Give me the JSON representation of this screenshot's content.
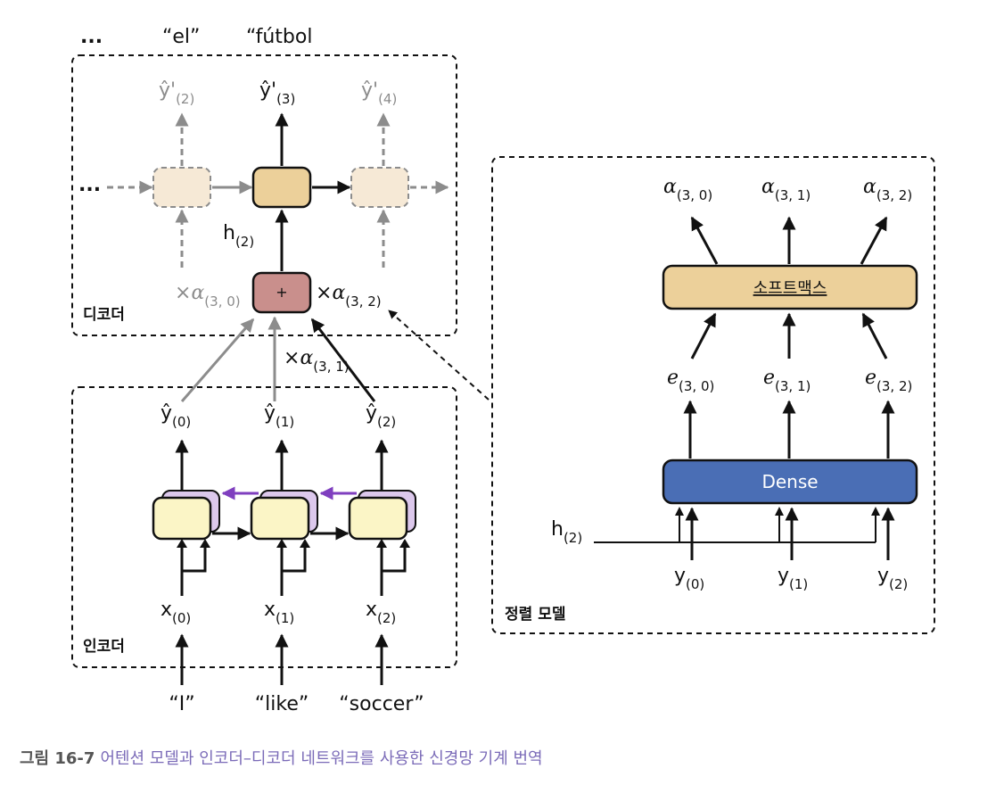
{
  "decoder": {
    "label": "디코더",
    "top_words": [
      "...",
      "“el”",
      "“fútbol"
    ],
    "outputs": [
      {
        "base": "ŷ'",
        "sub": "(2)"
      },
      {
        "base": "ŷ'",
        "sub": "(3)"
      },
      {
        "base": "ŷ'",
        "sub": "(4)"
      }
    ],
    "ellipsis": "...",
    "hidden": {
      "base": "h",
      "sub": "(2)"
    },
    "plus": "+",
    "weights": [
      {
        "prefix": "×",
        "alpha": "α",
        "sub": "(3, 0)"
      },
      {
        "prefix": "×",
        "alpha": "α",
        "sub": "(3, 1)"
      },
      {
        "prefix": "×",
        "alpha": "α",
        "sub": "(3, 2)"
      }
    ]
  },
  "encoder": {
    "label": "인코더",
    "outputs": [
      {
        "base": "ŷ",
        "sub": "(0)"
      },
      {
        "base": "ŷ",
        "sub": "(1)"
      },
      {
        "base": "ŷ",
        "sub": "(2)"
      }
    ],
    "inputs": [
      {
        "base": "x",
        "sub": "(0)"
      },
      {
        "base": "x",
        "sub": "(1)"
      },
      {
        "base": "x",
        "sub": "(2)"
      }
    ],
    "words": [
      "“I”",
      "“like”",
      "“soccer”"
    ]
  },
  "alignment": {
    "label": "정렬 모델",
    "alphas": [
      {
        "alpha": "α",
        "sub": "(3, 0)"
      },
      {
        "alpha": "α",
        "sub": "(3, 1)"
      },
      {
        "alpha": "α",
        "sub": "(3, 2)"
      }
    ],
    "softmax_label": "소프트맥스",
    "energies": [
      {
        "base": "e",
        "sub": "(3, 0)"
      },
      {
        "base": "e",
        "sub": "(3, 1)"
      },
      {
        "base": "e",
        "sub": "(3, 2)"
      }
    ],
    "dense_label": "Dense",
    "hidden": {
      "base": "h",
      "sub": "(2)"
    },
    "inputs": [
      {
        "base": "y",
        "sub": "(0)"
      },
      {
        "base": "y",
        "sub": "(1)"
      },
      {
        "base": "y",
        "sub": "(2)"
      }
    ]
  },
  "caption": {
    "number": "그림 16-7",
    "text": "어텐션 모델과 인코더–디코더 네트워크를 사용한 신경망 기계 번역"
  },
  "colors": {
    "decoder_cell": "#ecd09a",
    "decoder_cell_faded": "#f6e9d6",
    "plus_cell": "#c98f8c",
    "encoder_cell": "#fbf5c6",
    "encoder_back_cell": "#dcc8ec",
    "backward_arrow": "#7f3fbf",
    "softmax_fill": "#ecd09a",
    "dense_fill": "#4a6eb5",
    "caption_text": "#7b6bb8"
  }
}
